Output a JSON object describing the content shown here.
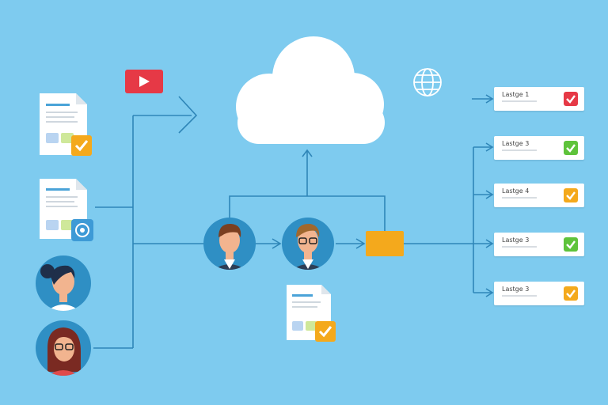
{
  "labels": [
    {
      "text": "Lastge 1",
      "status_color": "#e63946"
    },
    {
      "text": "Lastge 3",
      "status_color": "#5ec33b"
    },
    {
      "text": "Lastge 4",
      "status_color": "#f4a91c"
    },
    {
      "text": "Lastge 3",
      "status_color": "#5ec33b"
    },
    {
      "text": "Lastge 3",
      "status_color": "#f4a91c"
    }
  ],
  "icons": {
    "video": "video-play-icon",
    "globe": "globe-icon",
    "cloud": "cloud-icon",
    "folder": "folder-icon"
  },
  "colors": {
    "background": "#7ecbef",
    "line": "#2f86b8",
    "orange": "#f4a91c",
    "green": "#5ec33b",
    "red": "#e63946",
    "avatar_ring": "#2f8fc4"
  }
}
